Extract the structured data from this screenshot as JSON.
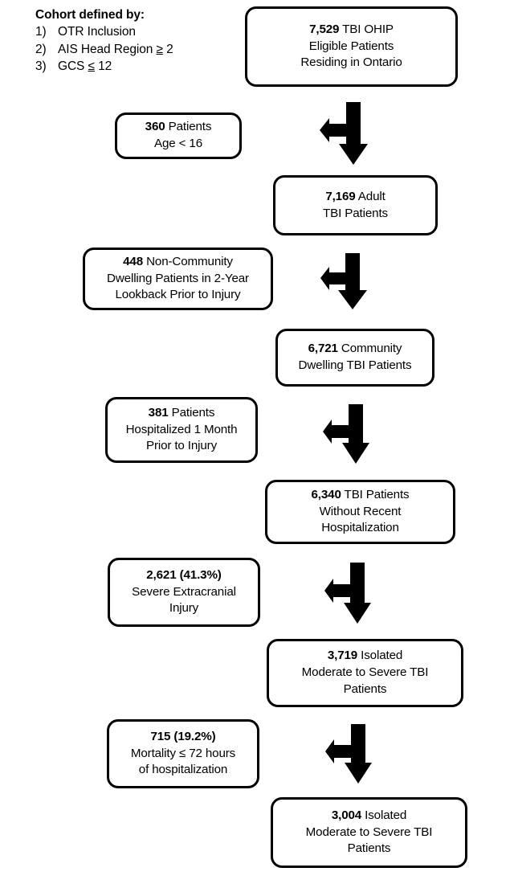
{
  "legend": {
    "title": "Cohort defined by:",
    "items": [
      {
        "num": "1)",
        "text": "OTR Inclusion",
        "op": "",
        "tail": ""
      },
      {
        "num": "2)",
        "text": "AIS Head Region ",
        "op": "≥",
        "tail": " 2"
      },
      {
        "num": "3)",
        "text": "GCS ",
        "op": "≤",
        "tail": " 12"
      }
    ]
  },
  "flow": {
    "nodes": [
      {
        "id": "cohort-start",
        "name": "node-tbi-ohip-eligible",
        "bold": "7,529",
        "rest": " TBI OHIP",
        "lines": [
          "Eligible Patients",
          "Residing in Ontario"
        ]
      },
      {
        "id": "adult",
        "name": "node-adult-tbi-patients",
        "bold": "7,169",
        "rest": " Adult",
        "lines": [
          "TBI Patients"
        ]
      },
      {
        "id": "community",
        "name": "node-community-dwelling-tbi",
        "bold": "6,721",
        "rest": " Community",
        "lines": [
          "Dwelling TBI Patients"
        ]
      },
      {
        "id": "no-recent-hosp",
        "name": "node-without-recent-hospitalization",
        "bold": "6,340",
        "rest": " TBI Patients",
        "lines": [
          "Without Recent",
          "Hospitalization"
        ]
      },
      {
        "id": "isolated",
        "name": "node-isolated-moderate-severe-tbi",
        "bold": "3,719",
        "rest": " Isolated",
        "lines": [
          "Moderate to Severe TBI",
          "Patients"
        ]
      },
      {
        "id": "final",
        "name": "node-final-isolated-moderate-severe-tbi",
        "bold": "3,004",
        "rest": " Isolated",
        "lines": [
          "Moderate to Severe TBI",
          "Patients"
        ]
      }
    ],
    "exclusions": [
      {
        "id": "excl-age",
        "name": "node-exclusion-age-under-16",
        "bold": "360",
        "rest": " Patients",
        "lines": [
          "Age < 16"
        ]
      },
      {
        "id": "excl-noncommunity",
        "name": "node-exclusion-non-community-dwelling",
        "bold": "448",
        "rest": " Non-Community",
        "lines": [
          "Dwelling Patients in 2-Year",
          "Lookback Prior to Injury"
        ]
      },
      {
        "id": "excl-hospitalized",
        "name": "node-exclusion-hospitalized-1-month",
        "bold": "381",
        "rest": " Patients",
        "lines": [
          "Hospitalized 1 Month",
          "Prior to Injury"
        ]
      },
      {
        "id": "excl-extracranial",
        "name": "node-exclusion-severe-extracranial-injury",
        "bold": "2,621 (41.3%)",
        "rest": "",
        "lines": [
          "Severe Extracranial",
          "Injury"
        ]
      },
      {
        "id": "excl-mortality",
        "name": "node-exclusion-mortality-72-hours",
        "bold": "715 (19.2%)",
        "rest": "",
        "lines": [
          "Mortality ≤ 72 hours",
          "of hospitalization"
        ]
      }
    ],
    "arrow_count": 5
  },
  "colors": {
    "stroke": "#000000",
    "fill": "#ffffff",
    "text": "#000000"
  }
}
